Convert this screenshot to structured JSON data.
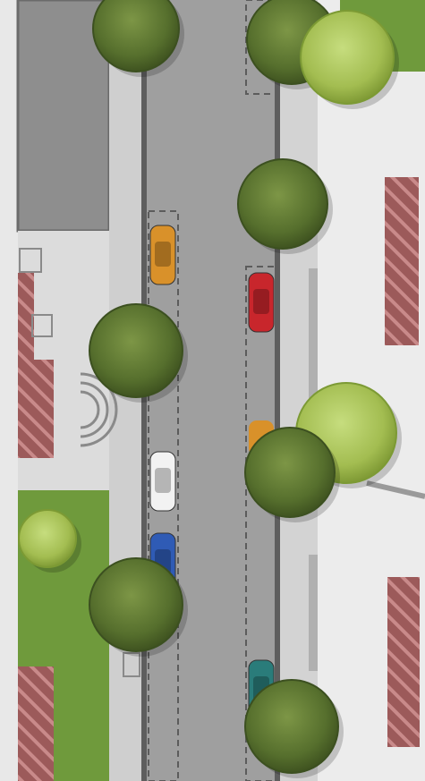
{
  "scene": {
    "type": "street-site-plan-top-view",
    "palette": {
      "road": "#9a9a9a",
      "road_light": "#a6a6a6",
      "sidewalk": "#d6d6d6",
      "plaza": "#e6e6e6",
      "lawn": "#6f9a3c",
      "lawn_dark": "#5b8431",
      "building_roof": "#8b8b8b",
      "hatched_block": "#9c5a5a",
      "tree_dark": "#566f2d",
      "tree_light": "#a9c45b",
      "curb": "#5e5e5e"
    },
    "cars": [
      {
        "color": "#d9912a",
        "name": "orange"
      },
      {
        "color": "#c8262c",
        "name": "red"
      },
      {
        "color": "#f2f2f2",
        "name": "white"
      },
      {
        "color": "#2f5bb5",
        "name": "blue"
      },
      {
        "color": "#2a7c7a",
        "name": "teal"
      }
    ]
  }
}
